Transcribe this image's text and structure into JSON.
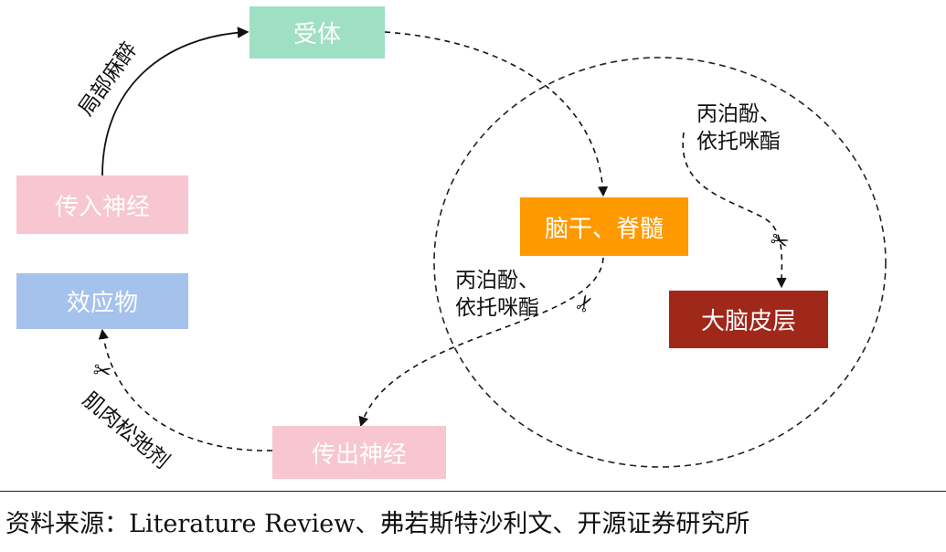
{
  "nodes": {
    "receptor": "受体",
    "afferent": "传入神经",
    "effector": "效应物",
    "efferent": "传出神经",
    "brainstem": "脑干、脊髓",
    "cortex": "大脑皮层"
  },
  "labels": {
    "local_anesthesia": "局部麻醉",
    "muscle_relaxant": "肌肉松弛剂",
    "drug_mid_line1": "丙泊酚、",
    "drug_mid_line2": "依托咪酯",
    "drug_top_line1": "丙泊酚、",
    "drug_top_line2": "依托咪酯"
  },
  "colors": {
    "receptor": "#9fdfc4",
    "afferent": "#f7c6d0",
    "effector": "#a4c2ec",
    "efferent": "#f7c6d0",
    "brainstem": "#ff9900",
    "cortex": "#a0281a"
  },
  "icons": [
    "scissors-icon",
    "scissors-icon",
    "scissors-icon"
  ],
  "source": "资料来源：Literature Review、弗若斯特沙利文、开源证券研究所"
}
